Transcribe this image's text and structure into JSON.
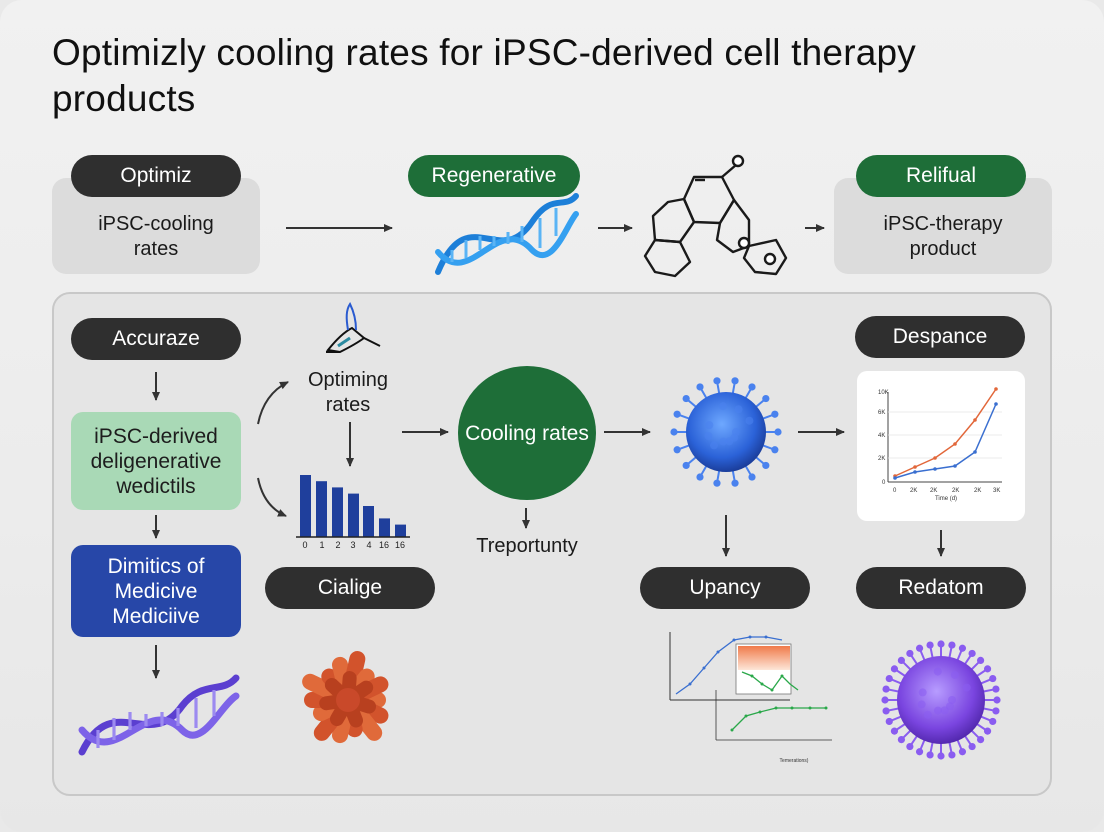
{
  "title": "Optimizly cooling rates for iPSC-derived cell therapy products",
  "top_row": {
    "pill_optimiz": "Optimiz",
    "box_left": "iPSC-cooling rates",
    "pill_regenerative": "Regenerative",
    "pill_relifual": "Relifual",
    "box_right": "iPSC-therapy product"
  },
  "panel": {
    "pill_accuraze": "Accuraze",
    "green_box": "iPSC-derived deligenerative wedictils",
    "blue_box": "Dimitics of Medicive Mediciive",
    "optiming_label": "Optiming rates",
    "bar_ticks": [
      "0",
      "1",
      "2",
      "3",
      "4",
      "16",
      "16"
    ],
    "pill_cialige": "Cialige",
    "circle_label": "Cooling rates",
    "treportunty": "Treportunty",
    "pill_upancy": "Upancy",
    "pill_despance": "Despance",
    "pill_redatom": "Redatom",
    "line_chart_y_ticks": [
      "10K",
      "6K",
      "4K",
      "2K",
      "0"
    ],
    "line_chart_x_ticks": [
      "0",
      "2K",
      "2K",
      "2K",
      "2K",
      "3K"
    ],
    "line_chart_xlabel": "Time (d)",
    "small_chart_xlabel": "Temerations)"
  },
  "bar_chart": {
    "values": [
      10,
      9,
      8,
      7,
      5,
      3,
      2
    ]
  },
  "colors": {
    "dark_pill": "#2f2f2f",
    "green_pill": "#1e6e38",
    "green_box": "#a9d9b6",
    "blue_box": "#2747a8",
    "circle": "#1e6e38"
  }
}
